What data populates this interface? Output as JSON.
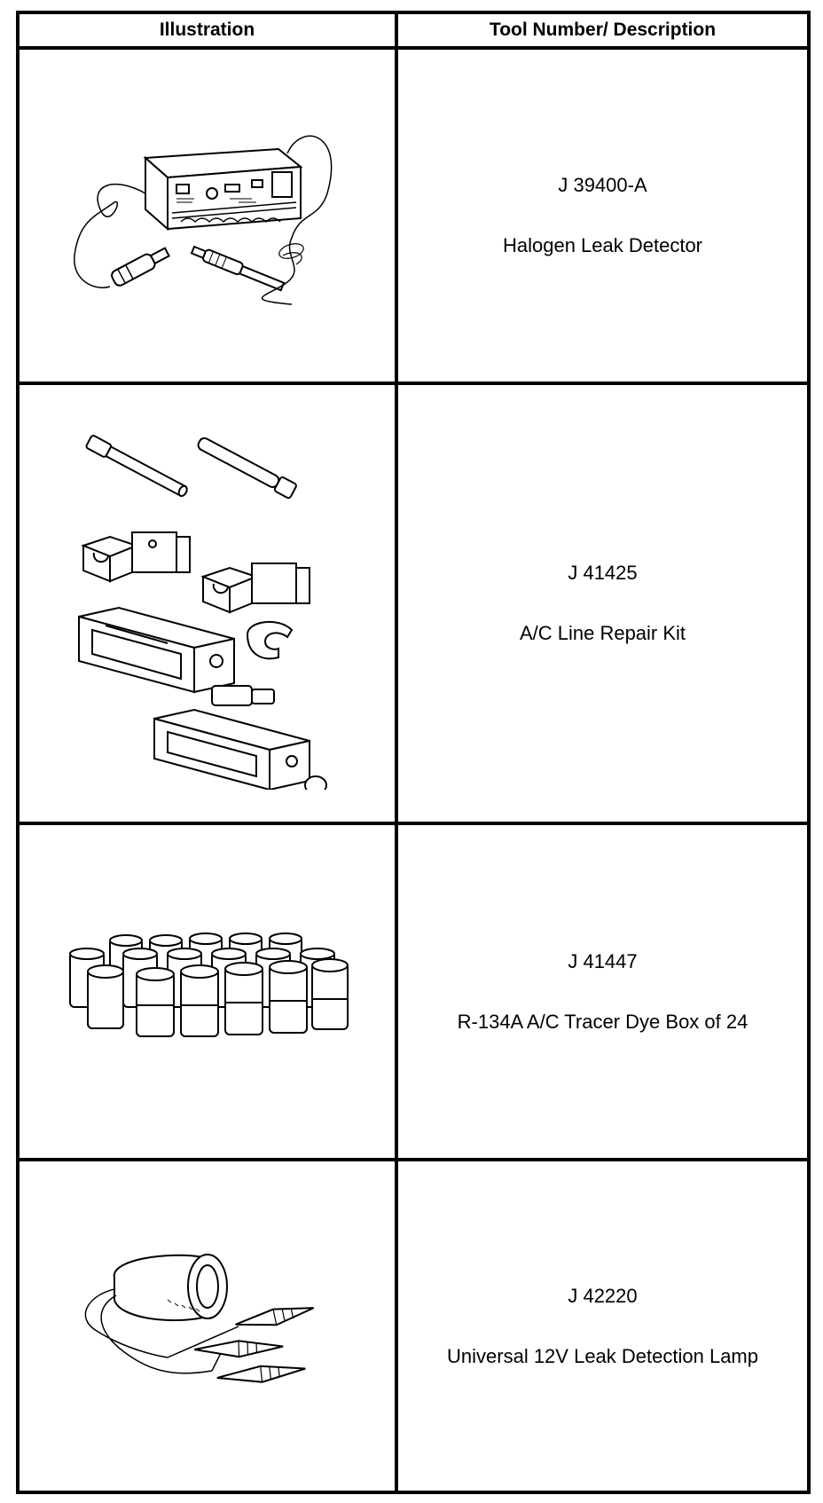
{
  "headers": {
    "illustration": "Illustration",
    "description": "Tool Number/ Description"
  },
  "tools": [
    {
      "number": "J 39400-A",
      "description": "Halogen Leak Detector",
      "icon": "halogen-leak-detector-icon"
    },
    {
      "number": "J 41425",
      "description": "A/C Line Repair Kit",
      "icon": "ac-line-repair-kit-icon"
    },
    {
      "number": "J 41447",
      "description": "R-134A A/C Tracer Dye Box of 24",
      "icon": "tracer-dye-bottles-icon"
    },
    {
      "number": "J 42220",
      "description": "Universal 12V Leak Detection Lamp",
      "icon": "leak-detection-lamp-icon"
    }
  ]
}
